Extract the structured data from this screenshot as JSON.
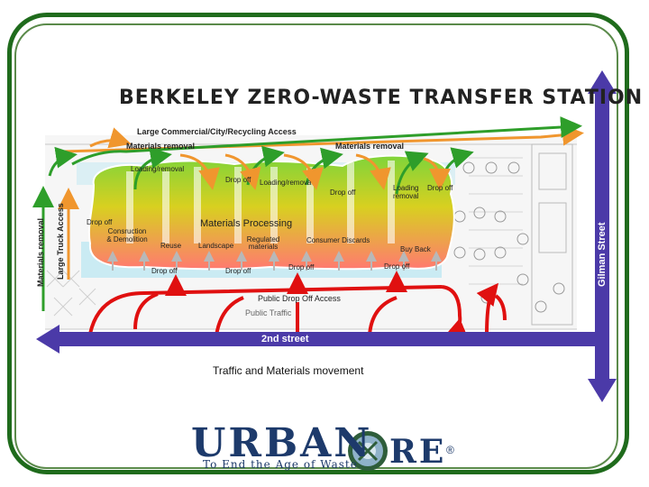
{
  "title": "BERKELEY ZERO-WASTE TRANSFER STATION",
  "top_access_label": "Large Commercial/City/Recycling Access",
  "materials_removal_left": "Materials removal",
  "materials_removal_right": "Materials removal",
  "materials_removal_vertical": "Materials removal",
  "large_truck_access": "Large Truck Access",
  "loading_removal_1": "Loading/removal",
  "drop_off_top_1": "Drop off",
  "loading_removal_2": "Loading/remova",
  "drop_off_top_2": "Drop off",
  "loading_removal_3": "Loading removal",
  "drop_off_top_3": "Drop off",
  "drop_off_left": "Drop off",
  "materials_processing": "Materials Processing",
  "construction_demolition": "Consruction & Demolition",
  "reuse": "Reuse",
  "landscape": "Landscape",
  "regulated_materials": "Regulated materials",
  "consumer_discards": "Consumer Discards",
  "buy_back": "Buy Back",
  "drop_off_bottom_1": "Drop off",
  "drop_off_bottom_2": "Drop off",
  "drop_off_bottom_3": "Drop off",
  "drop_off_bottom_4": "Drop off",
  "public_drop_off_access": "Public Drop Off Access",
  "public_traffic": "Public Traffic",
  "second_street": "2nd street",
  "gilman_street": "Gilman Street",
  "caption": "Traffic and Materials movement",
  "logo": {
    "word_part1": "URBAN",
    "word_part2": "RE",
    "registered": "®",
    "tagline": "To End the Age of Waste"
  },
  "colors": {
    "frame_green": "#1f6b1c",
    "arrow_green": "#2e9e2a",
    "arrow_orange": "#f0962e",
    "arrow_red": "#e01010",
    "street_purple": "#4b3aa8",
    "logo_navy": "#1d3a6b"
  }
}
